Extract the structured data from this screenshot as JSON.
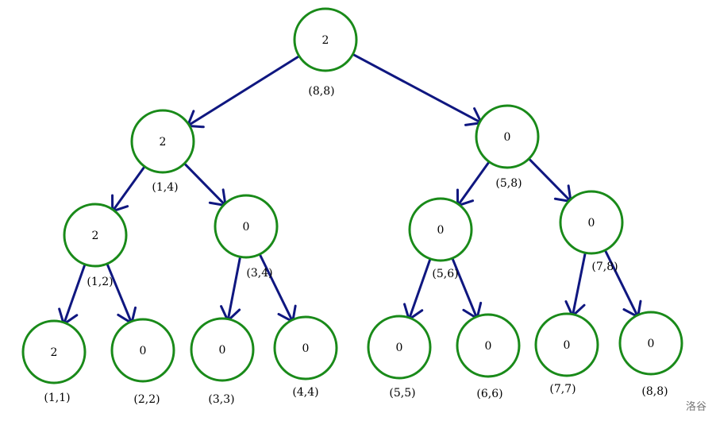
{
  "tree": {
    "nodes": [
      {
        "id": "n0",
        "value": "2",
        "range": "(8,8)"
      },
      {
        "id": "n1",
        "value": "2",
        "range": "(1,4)"
      },
      {
        "id": "n2",
        "value": "0",
        "range": "(5,8)"
      },
      {
        "id": "n3",
        "value": "2",
        "range": "(1,2)"
      },
      {
        "id": "n4",
        "value": "0",
        "range": "(3,4)"
      },
      {
        "id": "n5",
        "value": "0",
        "range": "(5,6)"
      },
      {
        "id": "n6",
        "value": "0",
        "range": "(7,8)"
      },
      {
        "id": "n7",
        "value": "2",
        "range": "(1,1)"
      },
      {
        "id": "n8",
        "value": "0",
        "range": "(2,2)"
      },
      {
        "id": "n9",
        "value": "0",
        "range": "(3,3)"
      },
      {
        "id": "n10",
        "value": "0",
        "range": "(4,4)"
      },
      {
        "id": "n11",
        "value": "0",
        "range": "(5,5)"
      },
      {
        "id": "n12",
        "value": "0",
        "range": "(6,6)"
      },
      {
        "id": "n13",
        "value": "0",
        "range": "(7,7)"
      },
      {
        "id": "n14",
        "value": "0",
        "range": "(8,8)"
      }
    ],
    "edges": [
      [
        "n0",
        "n1"
      ],
      [
        "n0",
        "n2"
      ],
      [
        "n1",
        "n3"
      ],
      [
        "n1",
        "n4"
      ],
      [
        "n2",
        "n5"
      ],
      [
        "n2",
        "n6"
      ],
      [
        "n3",
        "n7"
      ],
      [
        "n3",
        "n8"
      ],
      [
        "n4",
        "n9"
      ],
      [
        "n4",
        "n10"
      ],
      [
        "n5",
        "n11"
      ],
      [
        "n5",
        "n12"
      ],
      [
        "n6",
        "n13"
      ],
      [
        "n6",
        "n14"
      ]
    ]
  },
  "colors": {
    "node_stroke": "#198a19",
    "edge": "#0f1780"
  },
  "watermark": "洛谷"
}
